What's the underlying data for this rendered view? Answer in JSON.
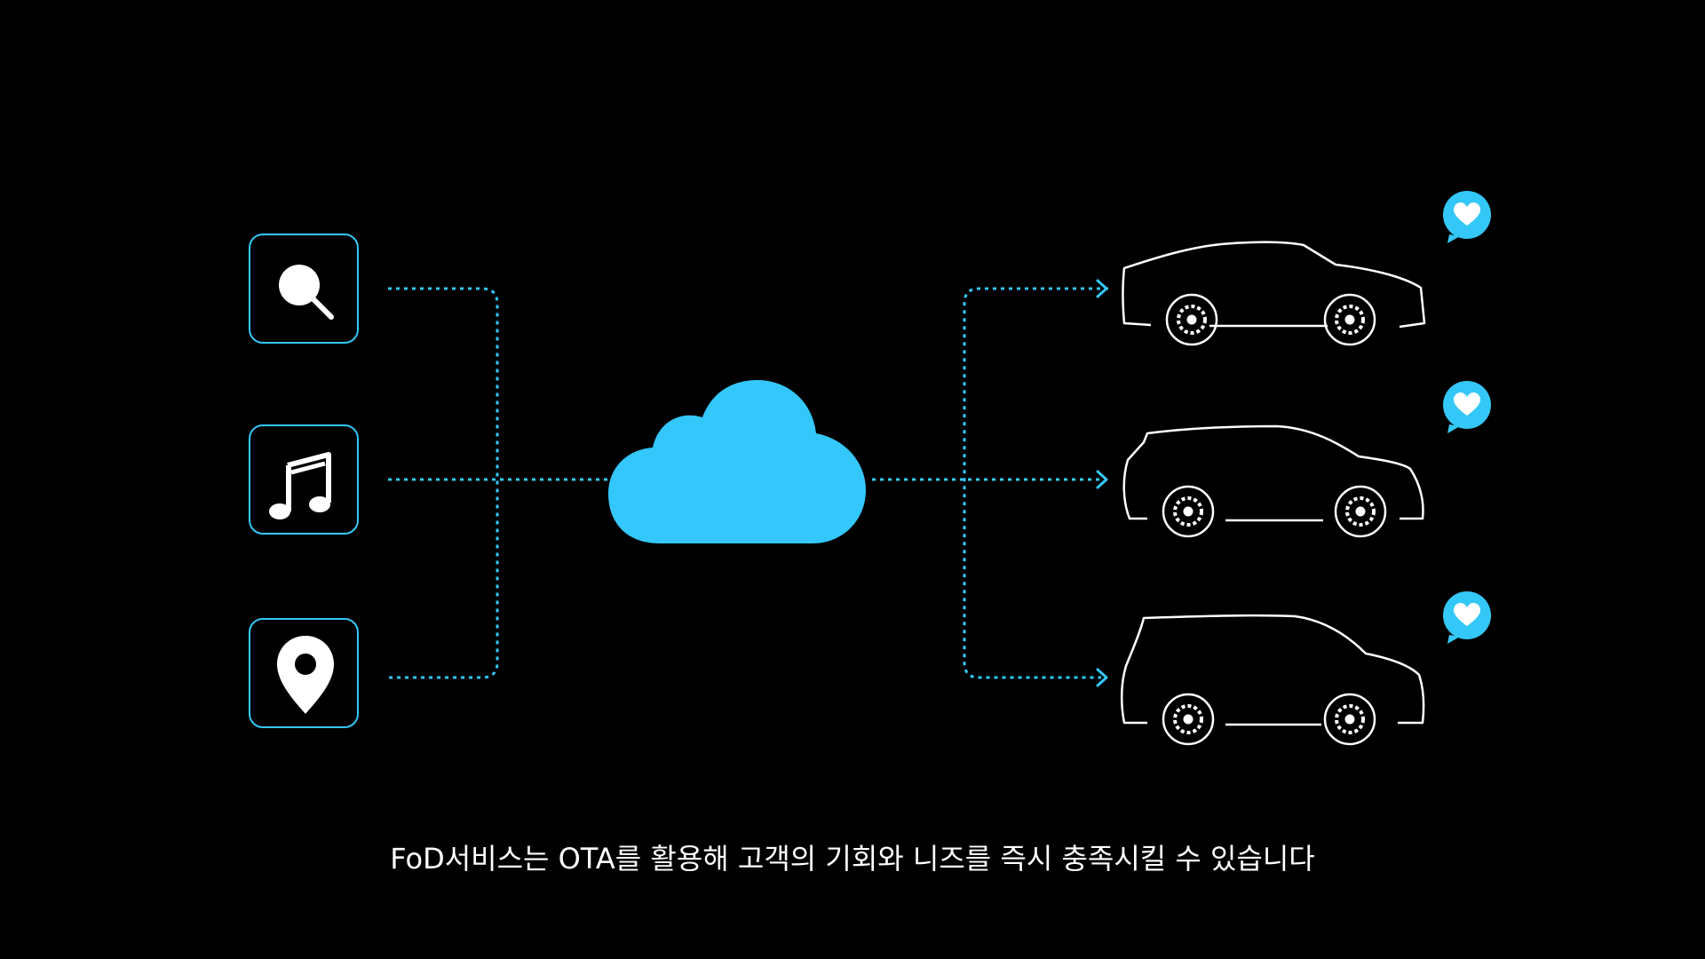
{
  "caption": "FoD서비스는 OTA를 활용해 고객의 기회와 니즈를 즉시 충족시킬 수 있습니다",
  "colors": {
    "accent": "#34c8f8",
    "cloud": "#33c7fb",
    "background": "#000000",
    "outline": "#ffffff"
  },
  "inputs": [
    {
      "name": "search",
      "icon": "search-icon"
    },
    {
      "name": "music",
      "icon": "music-note-icon"
    },
    {
      "name": "location",
      "icon": "location-pin-icon"
    }
  ],
  "hub": {
    "icon": "cloud-icon"
  },
  "vehicles": [
    {
      "type": "sedan",
      "badge_icon": "heart-bubble-icon"
    },
    {
      "type": "suv",
      "badge_icon": "heart-bubble-icon"
    },
    {
      "type": "minivan",
      "badge_icon": "heart-bubble-icon"
    }
  ]
}
